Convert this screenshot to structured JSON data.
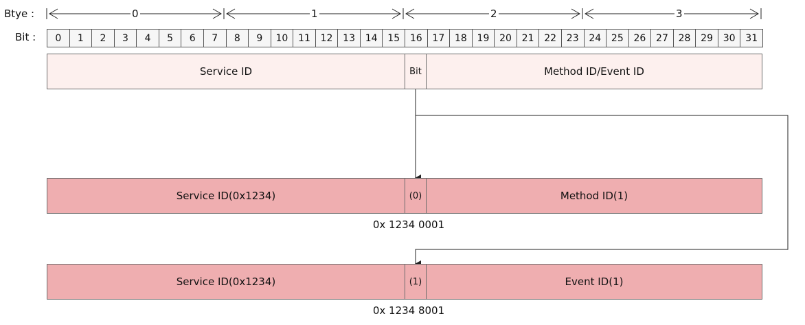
{
  "header": {
    "byte_label": "Btye :",
    "bit_label": "Bit :"
  },
  "bytes": [
    "0",
    "1",
    "2",
    "3"
  ],
  "bits": [
    "0",
    "1",
    "2",
    "3",
    "4",
    "5",
    "6",
    "7",
    "8",
    "9",
    "10",
    "11",
    "12",
    "13",
    "14",
    "15",
    "16",
    "17",
    "18",
    "19",
    "20",
    "21",
    "22",
    "23",
    "24",
    "25",
    "26",
    "27",
    "28",
    "29",
    "30",
    "31"
  ],
  "layout_row": {
    "service": "Service ID",
    "bit": "Bit",
    "method": "Method ID/Event ID"
  },
  "method_row": {
    "service": "Service ID(0x1234)",
    "bit": "(0)",
    "method": "Method ID(1)",
    "hex": "0x 1234 0001"
  },
  "event_row": {
    "service": "Service ID(0x1234)",
    "bit": "(1)",
    "method": "Event ID(1)",
    "hex": "0x 1234 8001"
  },
  "colors": {
    "light_fill": "#fdf0ee",
    "dark_fill": "#efaeb0",
    "line": "#222222"
  }
}
